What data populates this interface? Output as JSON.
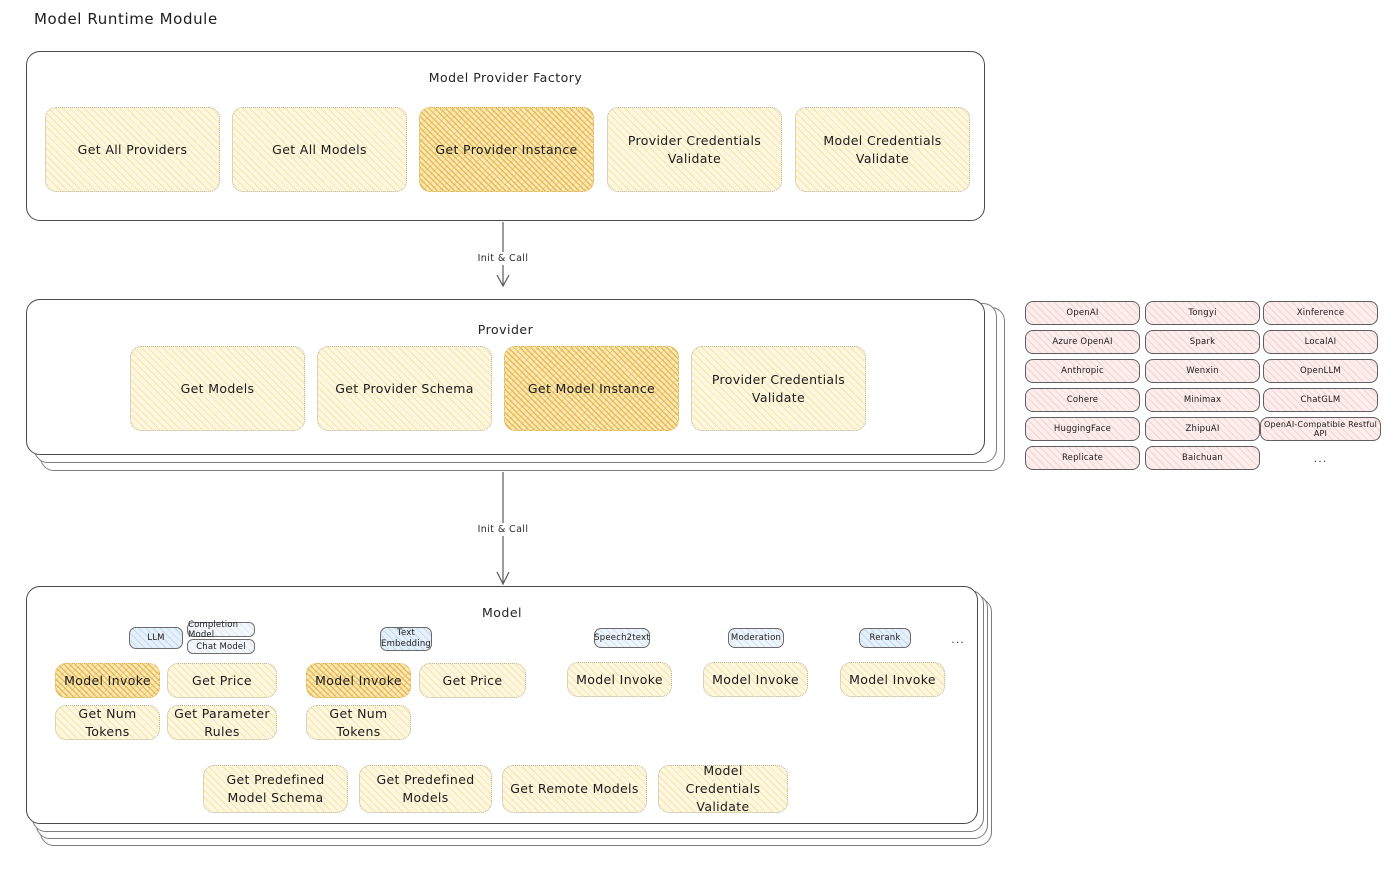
{
  "page": {
    "title": "Model Runtime Module"
  },
  "colors": {
    "node_fill": "#fdf7e0",
    "node_hatch": "#f0d682",
    "highlight_fill": "#fbe9b8",
    "highlight_hatch": "#e2ad36",
    "badge_fill": "#e6f0fa",
    "badge_hatch": "#96bee2",
    "provider_tag_fill": "#fdeeee",
    "provider_tag_hatch": "#e8a8a8",
    "panel_border": "#4a4a4a",
    "text": "#1b1b1b"
  },
  "factory": {
    "title": "Model Provider Factory",
    "nodes": [
      {
        "label": "Get All Providers",
        "highlighted": false
      },
      {
        "label": "Get All Models",
        "highlighted": false
      },
      {
        "label": "Get Provider Instance",
        "highlighted": true
      },
      {
        "label": "Provider Credentials Validate",
        "highlighted": false
      },
      {
        "label": "Model Credentials Validate",
        "highlighted": false
      }
    ]
  },
  "arrows": [
    {
      "label": "Init & Call"
    },
    {
      "label": "Init & Call"
    }
  ],
  "provider": {
    "title": "Provider",
    "nodes": [
      {
        "label": "Get Models",
        "highlighted": false
      },
      {
        "label": "Get Provider Schema",
        "highlighted": false
      },
      {
        "label": "Get Model Instance",
        "highlighted": true
      },
      {
        "label": "Provider Credentials Validate",
        "highlighted": false
      }
    ]
  },
  "provider_list": {
    "columns": [
      {
        "tags": [
          "OpenAI",
          "Azure OpenAI",
          "Anthropic",
          "Cohere",
          "HuggingFace",
          "Replicate"
        ]
      },
      {
        "tags": [
          "Tongyi",
          "Spark",
          "Wenxin",
          "Minimax",
          "ZhipuAI",
          "Baichuan"
        ]
      },
      {
        "tags": [
          "Xinference",
          "LocalAI",
          "OpenLLM",
          "ChatGLM",
          "OpenAI-Compatible Restful API"
        ],
        "more": "..."
      }
    ]
  },
  "model": {
    "title": "Model",
    "more": "...",
    "types": [
      {
        "badge": "LLM",
        "subtags": [
          "Completion Model",
          "Chat Model"
        ],
        "ops": [
          {
            "label": "Model Invoke",
            "highlighted": true
          },
          {
            "label": "Get Price",
            "highlighted": false
          },
          {
            "label": "Get Num Tokens",
            "highlighted": false
          },
          {
            "label": "Get Parameter Rules",
            "highlighted": false
          }
        ]
      },
      {
        "badge": "Text Embedding",
        "subtags": [],
        "ops": [
          {
            "label": "Model Invoke",
            "highlighted": true
          },
          {
            "label": "Get Price",
            "highlighted": false
          },
          {
            "label": "Get Num Tokens",
            "highlighted": false
          }
        ]
      },
      {
        "badge": "Speech2text",
        "subtags": [],
        "ops": [
          {
            "label": "Model Invoke",
            "highlighted": false
          }
        ]
      },
      {
        "badge": "Moderation",
        "subtags": [],
        "ops": [
          {
            "label": "Model Invoke",
            "highlighted": false
          }
        ]
      },
      {
        "badge": "Rerank",
        "subtags": [],
        "ops": [
          {
            "label": "Model Invoke",
            "highlighted": false
          }
        ]
      }
    ],
    "common_ops": [
      {
        "label": "Get Predefined Model Schema"
      },
      {
        "label": "Get Predefined Models"
      },
      {
        "label": "Get Remote Models"
      },
      {
        "label": "Model Credentials Validate"
      }
    ]
  }
}
